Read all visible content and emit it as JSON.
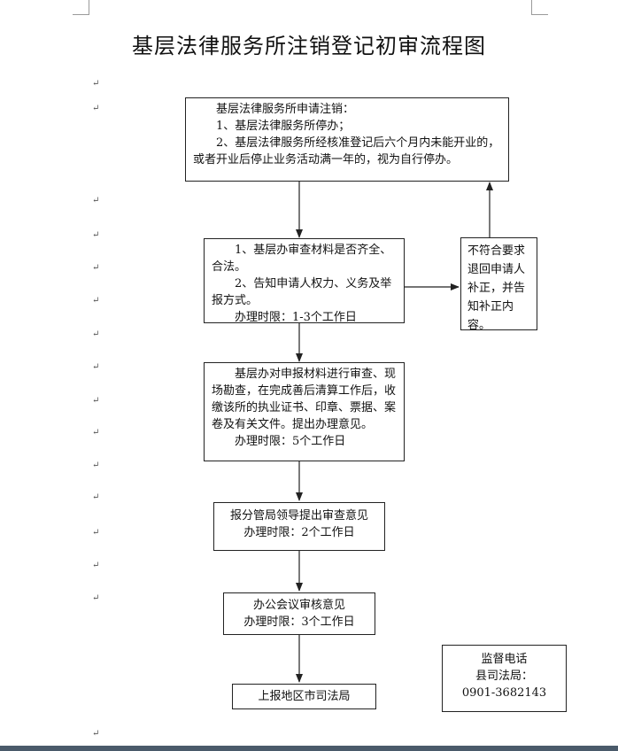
{
  "title": "基层法律服务所注销登记初审流程图",
  "boxes": {
    "application": {
      "heading": "基层法律服务所申请注销：",
      "item1": "1、基层法律服务所停办；",
      "item2": "2、基层法律服务所经核准登记后六个月内未能开业的，或者开业后停止业务活动满一年的，视为自行停办。"
    },
    "review": {
      "line1": "1、基层办审查材料是否齐全、合法。",
      "line2": "2、告知申请人权力、义务及举报方式。",
      "time": "办理时限：1-3个工作日"
    },
    "reject": {
      "text": "不符合要求退回申请人补正，并告知补正内容。"
    },
    "inspect": {
      "text": "基层办对申报材料进行审查、现场勘查，在完成善后清算工作后，收缴该所的执业证书、印章、票据、案卷及有关文件。提出办理意见。",
      "time": "办理时限：5个工作日"
    },
    "leader": {
      "text": "报分管局领导提出审查意见",
      "time": "办理时限：2个工作日"
    },
    "meeting": {
      "text": "办公会议审核意见",
      "time": "办理时限：3个工作日"
    },
    "submit": {
      "text": "上报地区市司法局"
    },
    "supervise": {
      "label": "监督电话",
      "org": "县司法局：",
      "phone": "0901-3682143"
    }
  },
  "paragraph_mark": "↵"
}
